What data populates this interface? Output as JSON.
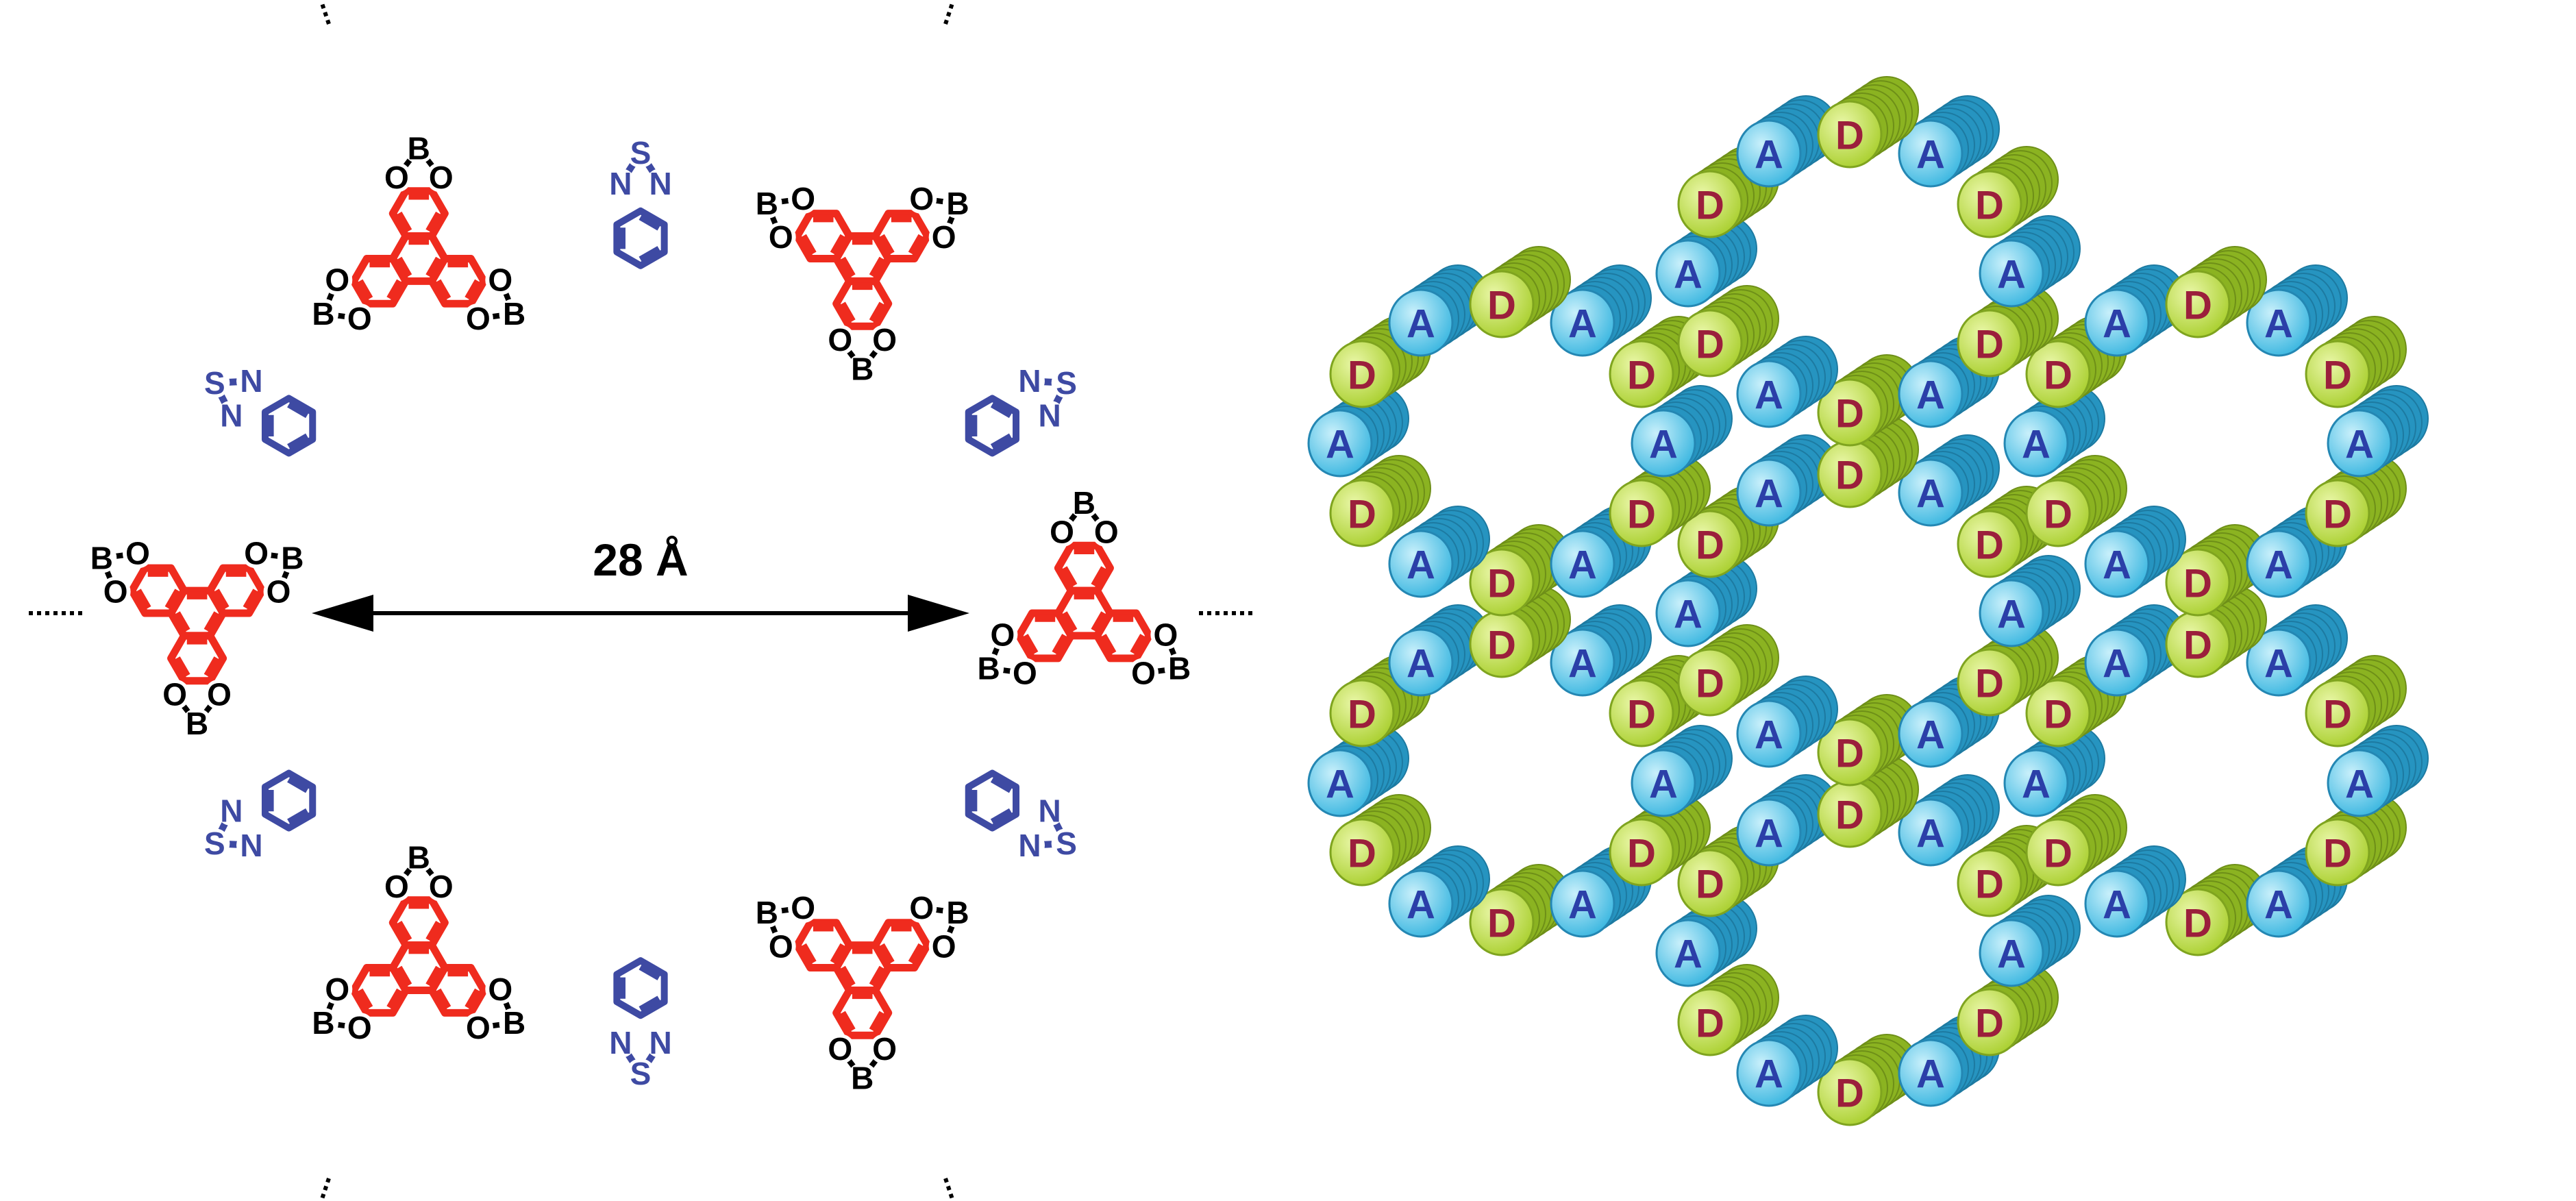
{
  "figure": {
    "distance_label": "28 Å"
  },
  "molecule": {
    "triphenylene_color": "#ef2b1e",
    "btd_color": "#3e4aa3",
    "bond_color": "#000000",
    "atom_labels": {
      "boron": "B",
      "oxygen": "O",
      "nitrogen": "N",
      "sulfur": "S"
    }
  },
  "stack_model": {
    "donor_label": "D",
    "acceptor_label": "A",
    "donor_color": "#a9cf2e",
    "donor_text_color": "#9b1f3c",
    "acceptor_color": "#39b6e0",
    "acceptor_text_color": "#2b3fa8"
  }
}
